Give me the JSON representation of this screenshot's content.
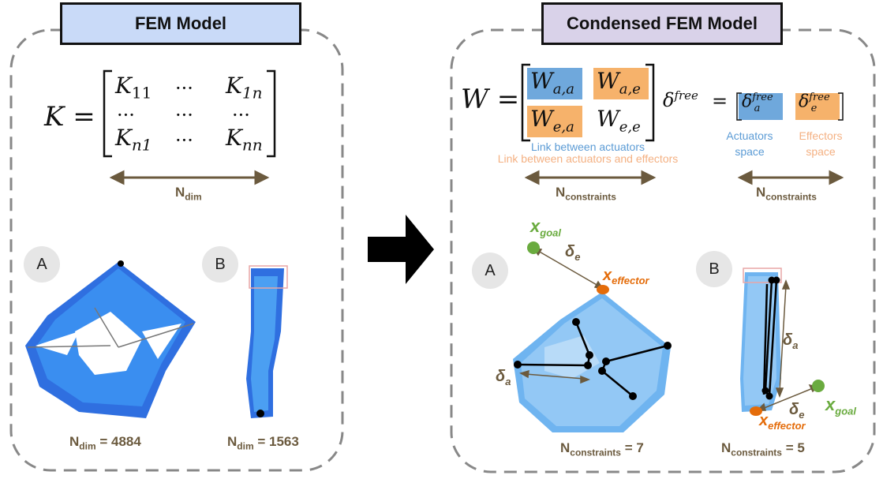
{
  "left_panel": {
    "title": "FEM Model",
    "matrix_lhs": "K =",
    "matrix": [
      [
        "K11",
        "···",
        "K1n"
      ],
      [
        "···",
        "···",
        "···"
      ],
      [
        "Kn1",
        "···",
        "Knn"
      ]
    ],
    "dim_label": "N",
    "dim_sub": "dim",
    "model_a_label": "A",
    "model_b_label": "B",
    "ndim_a_prefix": "N",
    "ndim_a_sub": "dim",
    "ndim_a_value": "= 4884",
    "ndim_b_prefix": "N",
    "ndim_b_sub": "dim",
    "ndim_b_value": "= 1563"
  },
  "right_panel": {
    "title": "Condensed FEM Model",
    "w_lhs": "W =",
    "w_aa": "W",
    "w_aa_sub": "a,a",
    "w_ae": "W",
    "w_ae_sub": "a,e",
    "w_ea": "W",
    "w_ea_sub": "e,a",
    "w_ee": "W",
    "w_ee_sub": "e,e",
    "delta_free": "δ",
    "delta_free_sup": "free",
    "eq": "=",
    "delta_a": "δ",
    "delta_a_sup": "free",
    "delta_a_sub": "a",
    "delta_e": "δ",
    "delta_e_sup": "free",
    "delta_e_sub": "e",
    "link_actuators": "Link between actuators",
    "link_actuators_effectors": "Link between actuators and effectors",
    "actuators_space": "Actuators\nspace",
    "effectors_space": "Effectors\nspace",
    "nc_left_prefix": "N",
    "nc_left_sub": "constraints",
    "nc_right_prefix": "N",
    "nc_right_sub": "constraints",
    "model_a_label": "A",
    "model_b_label": "B",
    "x_goal_a": "x",
    "x_goal_a_sub": "goal",
    "delta_e_a": "δ",
    "delta_e_a_sub": "e",
    "x_eff_a": "x",
    "x_eff_a_sub": "effector",
    "delta_a_a": "δ",
    "delta_a_a_sub": "a",
    "delta_a_b": "δ",
    "delta_a_b_sub": "a",
    "delta_e_b": "δ",
    "delta_e_b_sub": "e",
    "x_goal_b": "x",
    "x_goal_b_sub": "goal",
    "x_eff_b": "x",
    "x_eff_b_sub": "effector",
    "nc_a_prefix": "N",
    "nc_a_sub": "constraints",
    "nc_a_value": "= 7",
    "nc_b_prefix": "N",
    "nc_b_sub": "constraints",
    "nc_b_value": "= 5"
  },
  "colors": {
    "blue_highlight": "#6fa8dc",
    "orange_highlight": "#f6b26b",
    "title_left_bg": "#c9daf8",
    "title_right_bg": "#d9d2e9",
    "arrow_brown": "#6b5a3e",
    "green": "#6aab3f",
    "orange_point": "#e46c0a"
  }
}
